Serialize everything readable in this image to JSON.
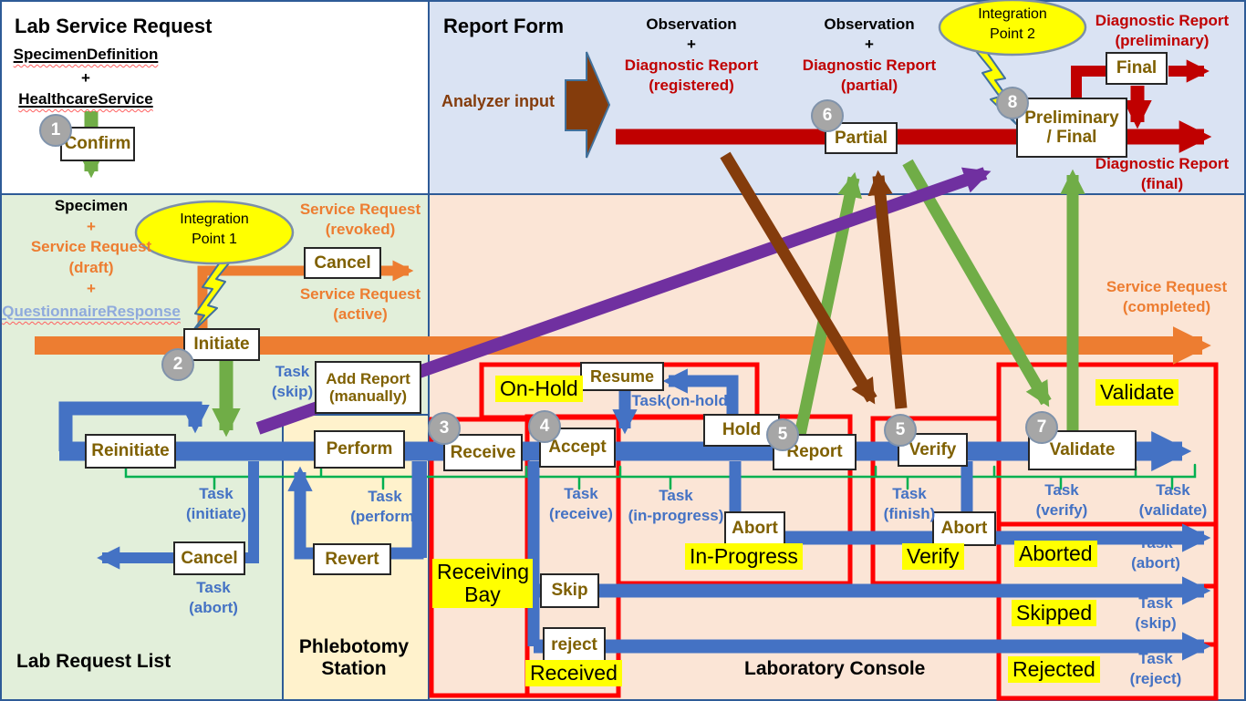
{
  "panels": {
    "lab_service_request": {
      "title": "Lab Service Request",
      "resource_1": "SpecimenDefinition",
      "plus_1": "+",
      "resource_2": "HealthcareService"
    },
    "report_form": {
      "title": "Report Form",
      "analyzer_label": "Analyzer input",
      "observation_registered_top": "Observation\n+",
      "observation_registered_report": "Diagnostic Report\n(registered)",
      "observation_partial_top": "Observation\n+",
      "observation_partial_report": "Diagnostic Report\n(partial)",
      "diagnostic_preliminary": "Diagnostic Report\n(preliminary)",
      "diagnostic_final": "Diagnostic Report\n(final)"
    },
    "lab_request_list": {
      "title": "Lab Request List",
      "specimen": "Specimen",
      "plus_1": "+",
      "service_request": "Service Request",
      "draft": "(draft)",
      "plus_2": "+",
      "questionnaire_response": "QuestionnaireResponse",
      "sr_revoked": "Service Request\n(revoked)",
      "sr_active": "Service Request\n(active)"
    },
    "phlebotomy_station": {
      "title": "Phlebotomy\nStation"
    },
    "laboratory_console": {
      "title": "Laboratory Console",
      "sr_completed": "Service Request\n(completed)"
    }
  },
  "integration_points": {
    "point_1": "Integration\nPoint 1",
    "point_2": "Integration\nPoint 2"
  },
  "steps": {
    "s1": "1",
    "s2": "2",
    "s3": "3",
    "s4": "4",
    "s5a": "5",
    "s5b": "5",
    "s6": "6",
    "s7": "7",
    "s8": "8"
  },
  "actions": {
    "confirm": "Confirm",
    "initiate": "Initiate",
    "cancel_request": "Cancel",
    "add_report": "Add Report\n(manually)",
    "reinitiate": "Reinitiate",
    "cancel_task": "Cancel",
    "perform": "Perform",
    "revert": "Revert",
    "receive": "Receive",
    "accept": "Accept",
    "resume": "Resume",
    "hold": "Hold",
    "report": "Report",
    "verify": "Verify",
    "validate": "Validate",
    "abort_progress": "Abort",
    "abort_verify": "Abort",
    "skip": "Skip",
    "reject": "reject",
    "partial": "Partial",
    "preliminary_final": "Preliminary\n/ Final",
    "final": "Final"
  },
  "states": {
    "on_hold": "On-Hold",
    "receiving_bay": "Receiving\nBay",
    "received": "Received",
    "in_progress": "In-Progress",
    "verify": "Verify",
    "validate": "Validate",
    "aborted": "Aborted",
    "skipped": "Skipped",
    "rejected": "Rejected"
  },
  "tasks": {
    "skip_left": "Task\n(skip)",
    "on_hold": "Task(on-hold)",
    "initiate": "Task\n(initiate)",
    "perform": "Task\n(perform)",
    "receive": "Task\n(receive)",
    "in_progress": "Task\n(in-progress)",
    "finish": "Task\n(finish)",
    "verify": "Task\n(verify)",
    "validate": "Task\n(validate)",
    "abort_left": "Task\n(abort)",
    "abort_right": "Task\n(abort)",
    "skip_right": "Task\n(skip)",
    "reject_right": "Task\n(reject)"
  },
  "colors": {
    "accent_blue": "#4472c4",
    "arrow_green": "#70ad47",
    "orange": "#ed7d31",
    "dark_red": "#c00000",
    "box_red": "#ff0000",
    "purple": "#7030a0",
    "brown": "#843c0c",
    "dark_yellow": "#7f6000",
    "highlight_yellow": "#ffff00",
    "bracket_green": "#00b050",
    "bg_report_form": "#dae3f3",
    "bg_request_list": "#e2efda",
    "bg_phlebotomy": "#fff2cc",
    "bg_lab_console": "#fbe5d6"
  }
}
